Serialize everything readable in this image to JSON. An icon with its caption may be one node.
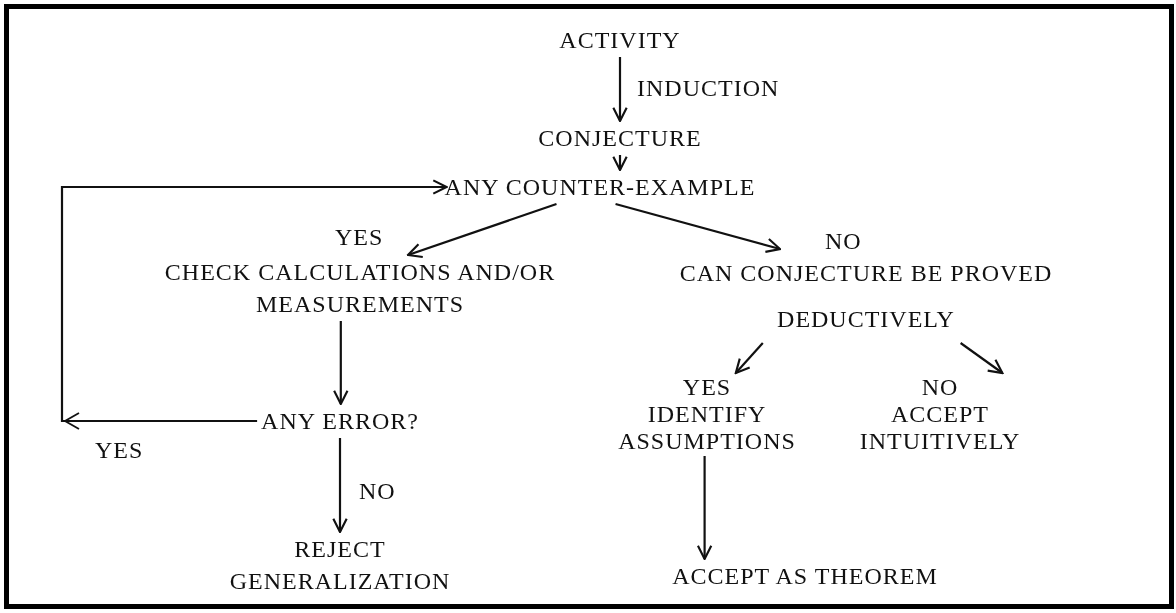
{
  "diagram": {
    "nodes": [
      {
        "text": [
          "ACTIVITY"
        ]
      },
      {
        "text": [
          "CONJECTURE"
        ]
      },
      {
        "text": [
          "ANY COUNTER-EXAMPLE"
        ]
      },
      {
        "text": [
          "CHECK CALCULATIONS AND/OR MEASUREMENTS"
        ]
      },
      {
        "text": [
          "CAN CONJECTURE BE PROVED DEDUCTIVELY"
        ]
      },
      {
        "text": [
          "ANY ERROR?"
        ]
      },
      {
        "text": [
          "REJECT GENERALIZATION"
        ]
      },
      {
        "text": [
          "YES",
          "IDENTIFY ASSUMPTIONS"
        ]
      },
      {
        "text": [
          "NO",
          "ACCEPT INTUITIVELY"
        ]
      },
      {
        "text": [
          "ACCEPT AS THEOREM"
        ]
      }
    ],
    "edges": [
      {
        "from": 0,
        "to": 1,
        "arrow": "to",
        "label": "INDUCTION"
      },
      {
        "from": 1,
        "to": 2,
        "arrow": "to"
      },
      {
        "from": 2,
        "to": 3,
        "arrow": "to",
        "label": "YES"
      },
      {
        "from": 2,
        "to": 4,
        "arrow": "to",
        "label": "NO"
      },
      {
        "from": 3,
        "to": 5,
        "arrow": "to"
      },
      {
        "from": 5,
        "to": 2,
        "arrow": "to",
        "label": "YES"
      },
      {
        "from": 5,
        "to": 6,
        "arrow": "to",
        "label": "NO"
      },
      {
        "from": 4,
        "to": 7,
        "arrow": "to"
      },
      {
        "from": 4,
        "to": 8,
        "arrow": "to"
      },
      {
        "from": 7,
        "to": 9,
        "arrow": "to"
      }
    ]
  }
}
